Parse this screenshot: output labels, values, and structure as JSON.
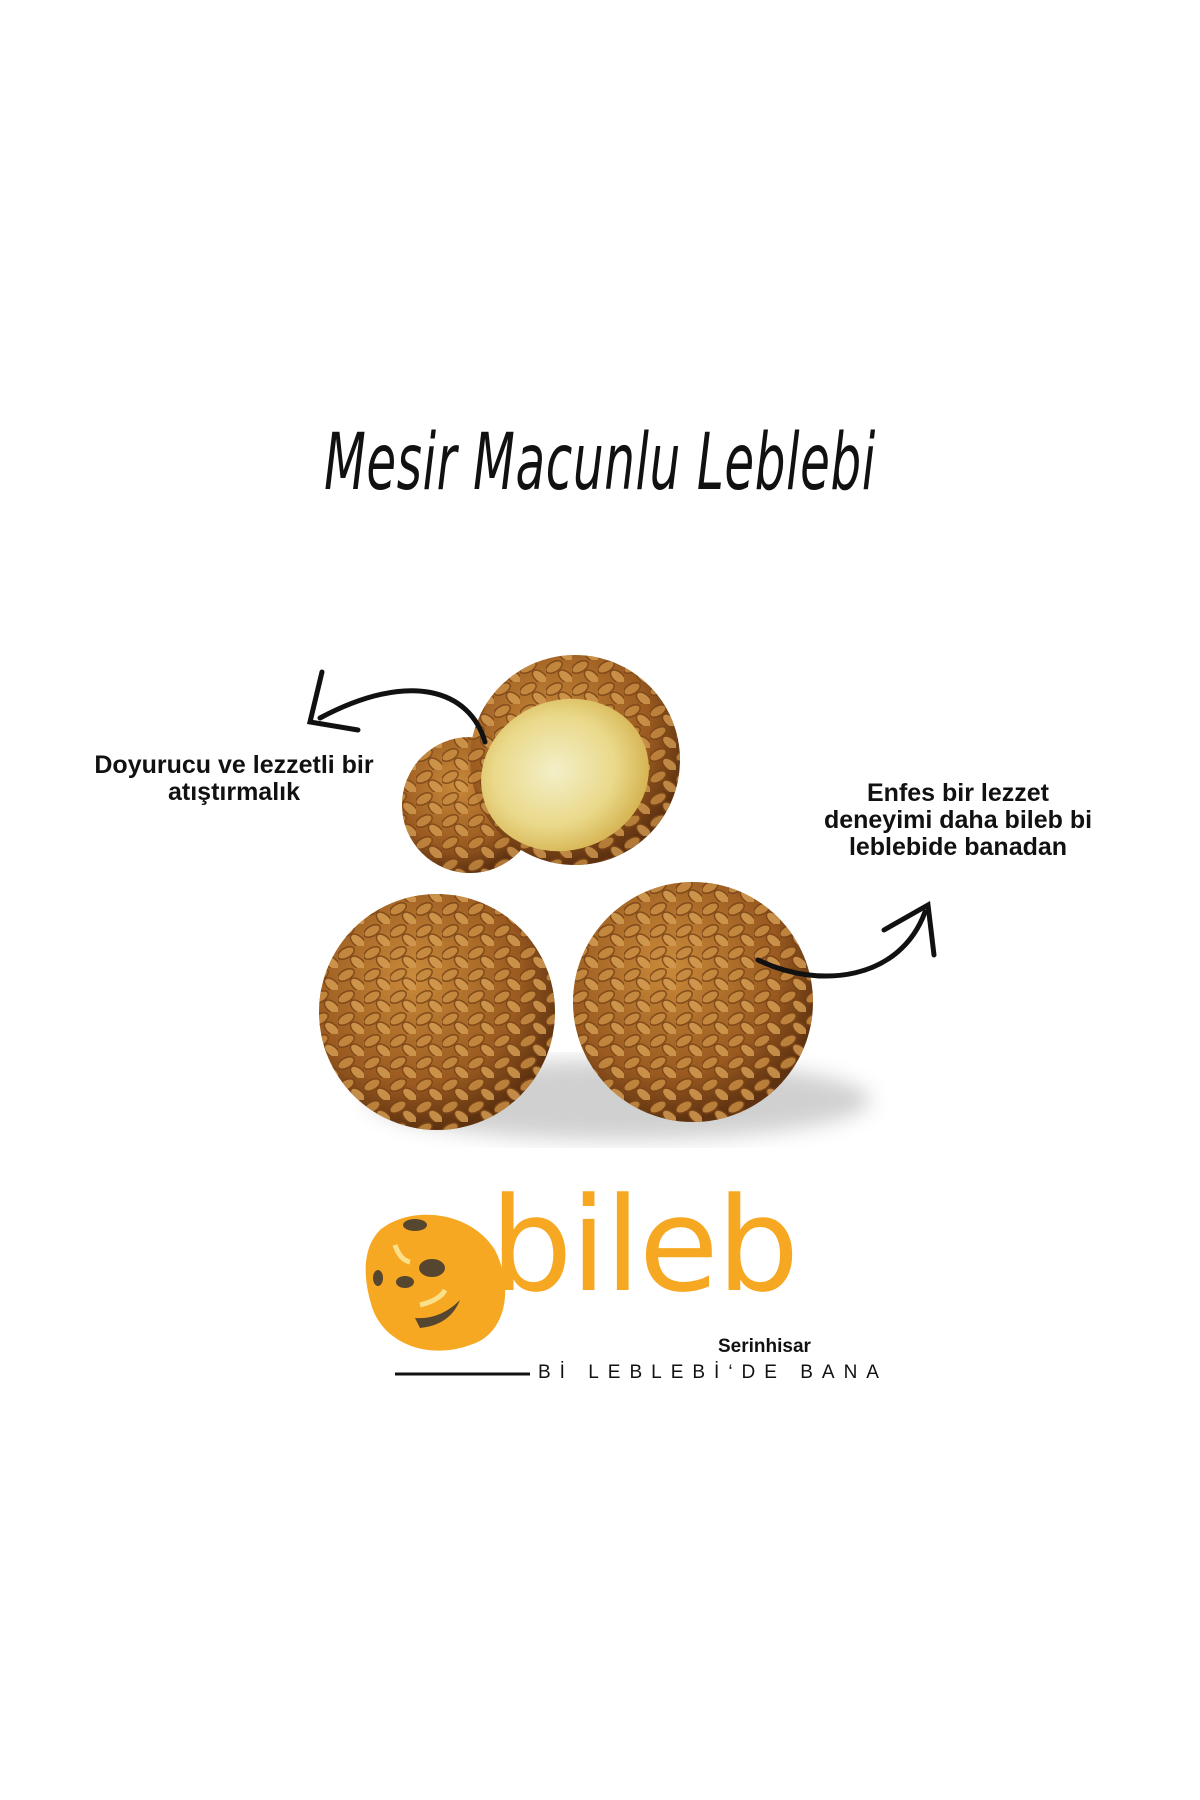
{
  "title": "Mesir Macunlu Leblebi",
  "callouts": {
    "left": "Doyurucu ve lezzetli bir atıştırmalık",
    "right": "Enfes bir lezzet deneyimi daha bileb bi leblebide banadan"
  },
  "logo": {
    "brand": "bileb",
    "subtitle": "Serinhisar",
    "tagline": "Bİ LEBLEBİ‘DE BANA",
    "color": "#f7a823"
  }
}
